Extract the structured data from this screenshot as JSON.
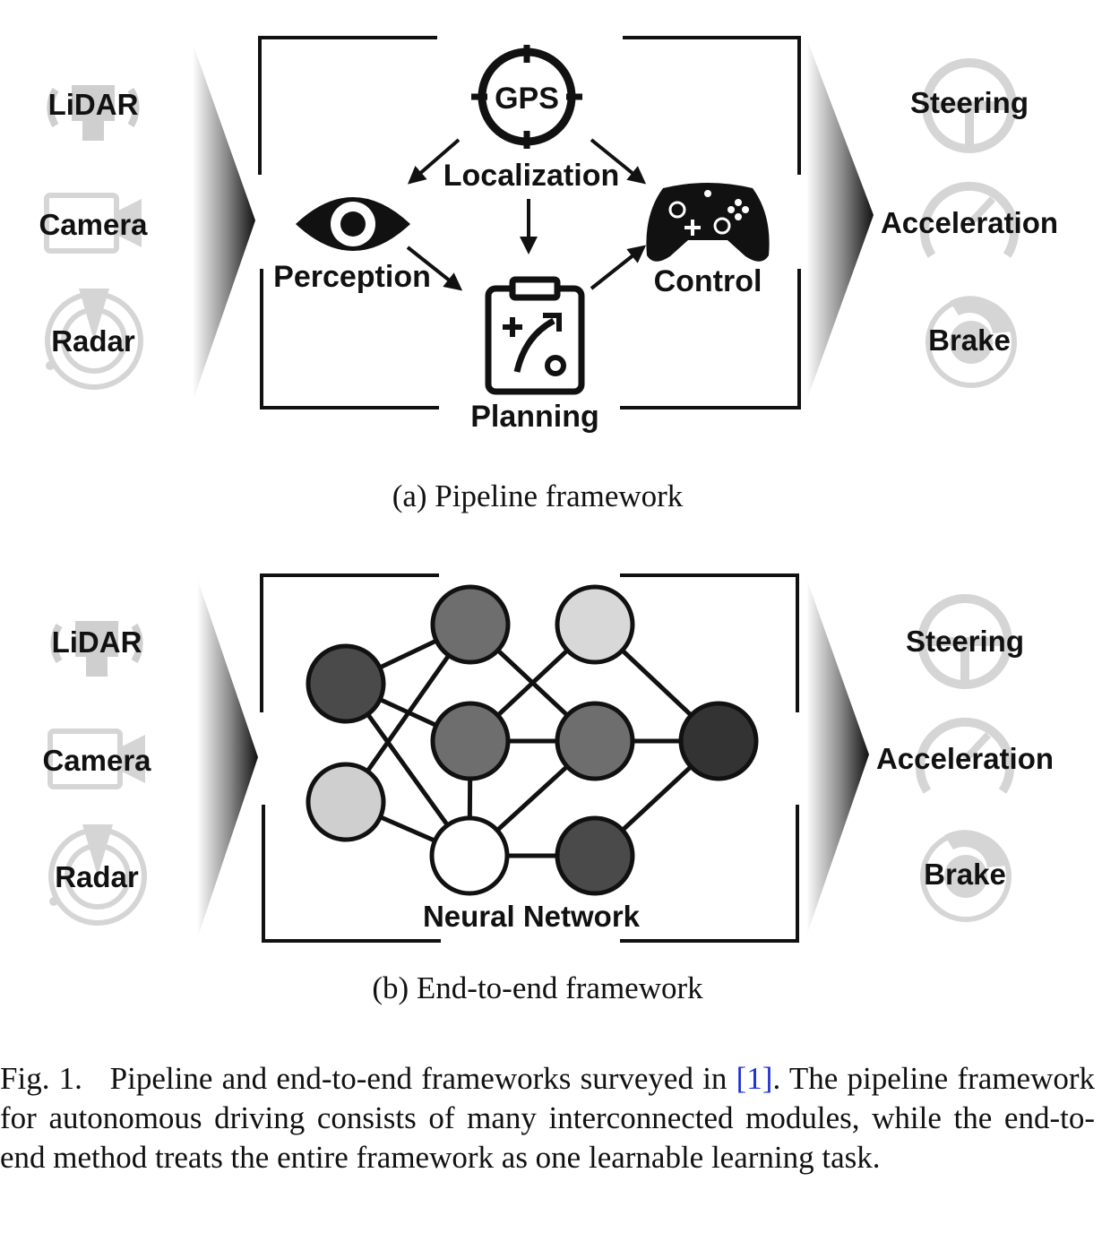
{
  "panel_a": {
    "inputs": [
      "LiDAR",
      "Camera",
      "Radar"
    ],
    "outputs": [
      "Steering",
      "Acceleration",
      "Brake"
    ],
    "gps_label": "GPS",
    "localization": "Localization",
    "perception": "Perception",
    "planning": "Planning",
    "control": "Control",
    "subcaption": "(a) Pipeline framework"
  },
  "panel_b": {
    "inputs": [
      "LiDAR",
      "Camera",
      "Radar"
    ],
    "outputs": [
      "Steering",
      "Acceleration",
      "Brake"
    ],
    "network_label": "Neural Network",
    "subcaption": "(b) End-to-end framework"
  },
  "caption": {
    "prefix": "Fig. 1.   Pipeline and end-to-end frameworks surveyed in ",
    "citation": "[1]",
    "suffix": ". The pipeline framework for autonomous driving consists of many interconnected modules, while the end-to-end method treats the entire framework as one learnable learning task."
  }
}
